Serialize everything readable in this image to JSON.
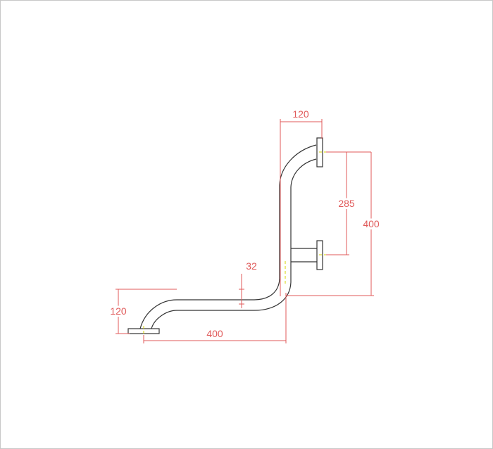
{
  "colors": {
    "outline": "#333333",
    "dimension": "#e05a5a",
    "centerline": "#d6d600",
    "frame": "#c8c8c8"
  },
  "dimensions": {
    "top_width": "120",
    "flange_spacing": "285",
    "total_height": "400",
    "tube_diameter": "32",
    "bottom_height": "120",
    "bottom_width": "400"
  }
}
